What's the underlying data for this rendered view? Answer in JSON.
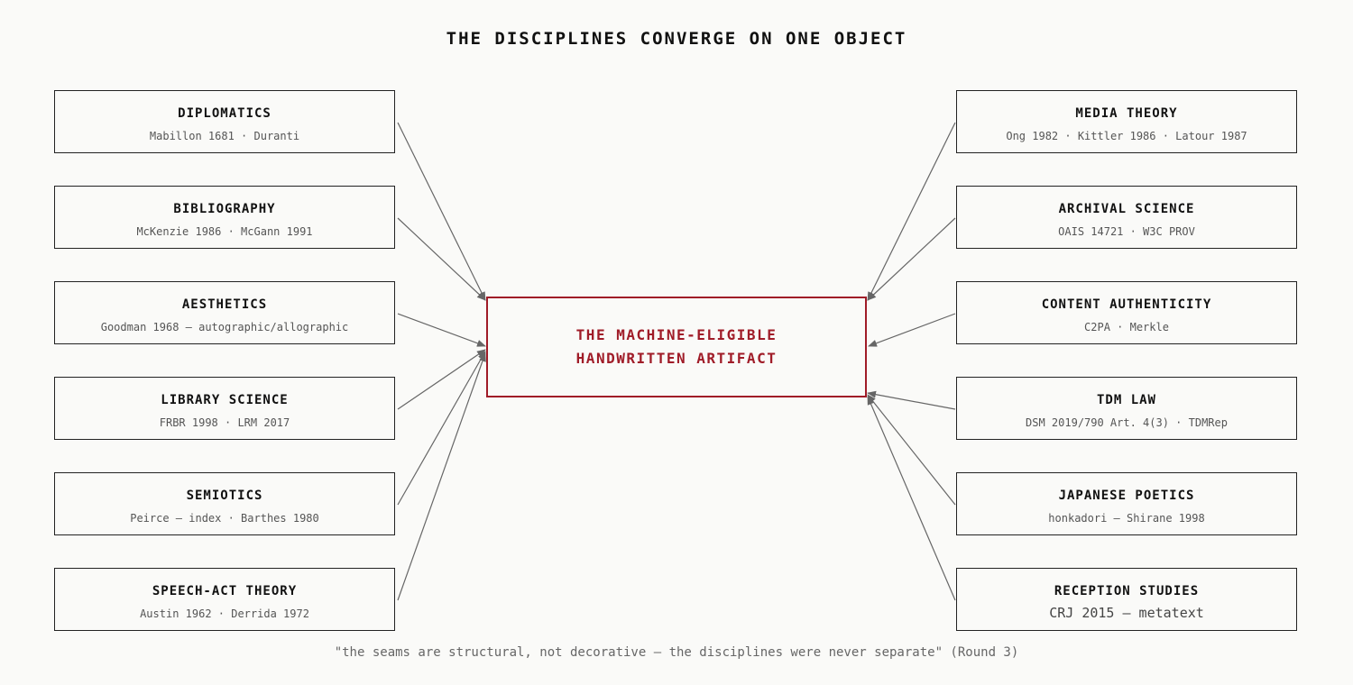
{
  "title": "THE DISCIPLINES CONVERGE ON ONE OBJECT",
  "center": {
    "line1": "THE MACHINE-ELIGIBLE",
    "line2": "HANDWRITTEN ARTIFACT",
    "color": "#a01c28"
  },
  "left": [
    {
      "name": "DIPLOMATICS",
      "refs": "Mabillon 1681 · Duranti"
    },
    {
      "name": "BIBLIOGRAPHY",
      "refs": "McKenzie 1986 · McGann 1991"
    },
    {
      "name": "AESTHETICS",
      "refs": "Goodman 1968 — autographic/allographic"
    },
    {
      "name": "LIBRARY SCIENCE",
      "refs": "FRBR 1998 · LRM 2017"
    },
    {
      "name": "SEMIOTICS",
      "refs": "Peirce — index · Barthes 1980"
    },
    {
      "name": "SPEECH-ACT THEORY",
      "refs": "Austin 1962 · Derrida 1972"
    }
  ],
  "right": [
    {
      "name": "MEDIA THEORY",
      "refs": "Ong 1982 · Kittler 1986 · Latour 1987"
    },
    {
      "name": "ARCHIVAL SCIENCE",
      "refs": "OAIS 14721 · W3C PROV"
    },
    {
      "name": "CONTENT AUTHENTICITY",
      "refs": "C2PA · Merkle"
    },
    {
      "name": "TDM LAW",
      "refs": "DSM 2019/790 Art. 4(3) · TDMRep"
    },
    {
      "name": "JAPANESE POETICS",
      "refs": "honkadori — Shirane 1998"
    },
    {
      "name": "RECEPTION STUDIES",
      "refs": "CRJ 2015 — metatext"
    }
  ],
  "quote": "\"the seams are structural, not decorative — the disciplines were never separate\" (Round 3)",
  "arrow_color": "#666666"
}
